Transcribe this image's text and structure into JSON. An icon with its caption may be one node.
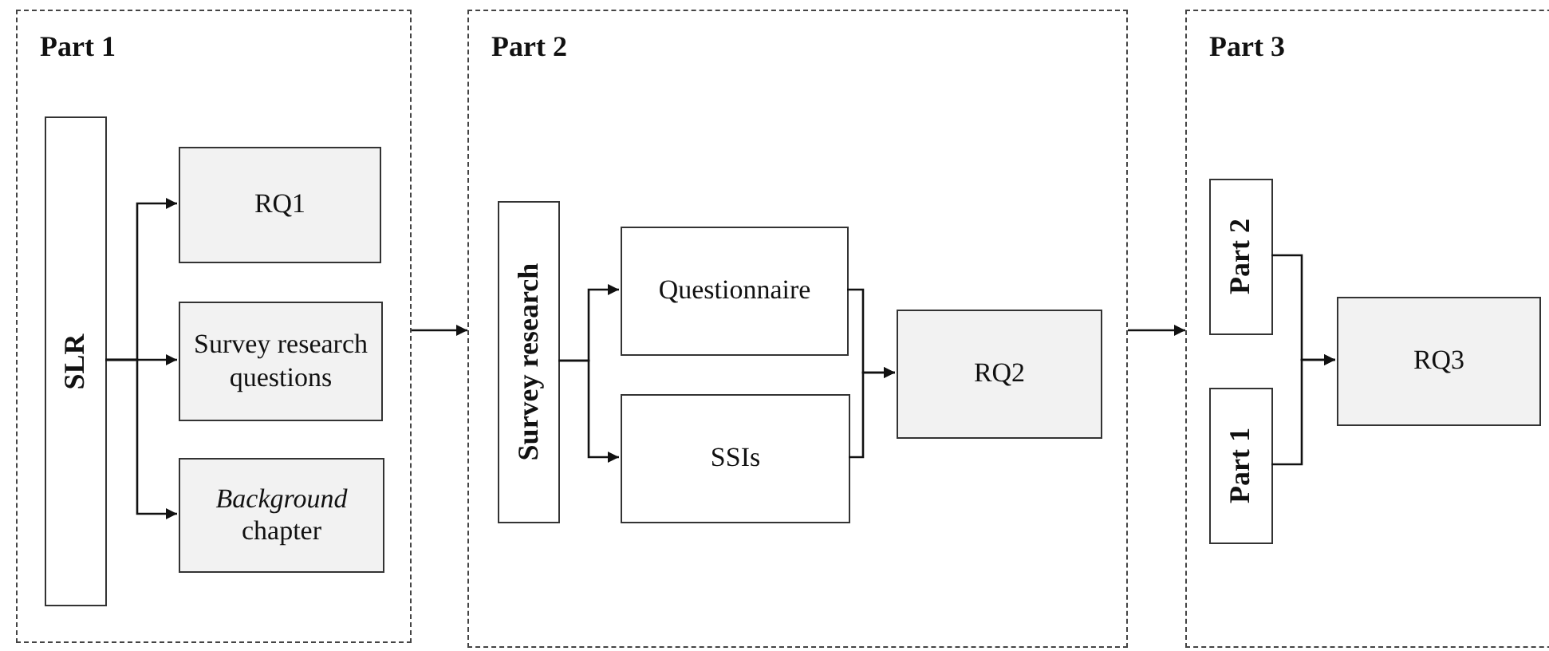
{
  "diagram": {
    "nodes": [
      {
        "text": [
          "Part 1"
        ]
      },
      {
        "text": [
          "SLR"
        ],
        "in": 0
      },
      {
        "text": [
          "RQ1"
        ],
        "in": 0
      },
      {
        "text": [
          "Survey research questions"
        ],
        "in": 0
      },
      {
        "text": [
          "*Background* chapter"
        ],
        "in": 0
      },
      {
        "text": [
          "Part 2"
        ]
      },
      {
        "text": [
          "Survey research"
        ],
        "in": 5
      },
      {
        "text": [
          "Questionnaire"
        ],
        "in": 5
      },
      {
        "text": [
          "SSIs"
        ],
        "in": 5
      },
      {
        "text": [
          "RQ2"
        ],
        "in": 5
      },
      {
        "text": [
          "Part 3"
        ]
      },
      {
        "text": [
          "Part 2"
        ],
        "in": 10
      },
      {
        "text": [
          "Part 1"
        ],
        "in": 10
      },
      {
        "text": [
          "RQ3"
        ],
        "in": 10
      }
    ],
    "edges": [
      {
        "from": 1,
        "to": 2,
        "arrow": "to"
      },
      {
        "from": 1,
        "to": 3,
        "arrow": "to"
      },
      {
        "from": 1,
        "to": 4,
        "arrow": "to"
      },
      {
        "from": 0,
        "to": 5,
        "arrow": "to"
      },
      {
        "from": 6,
        "to": 7,
        "arrow": "to"
      },
      {
        "from": 6,
        "to": 8,
        "arrow": "to"
      },
      {
        "from": 7,
        "to": 9,
        "arrow": "to"
      },
      {
        "from": 8,
        "to": 9,
        "arrow": "to"
      },
      {
        "from": 5,
        "to": 10,
        "arrow": "to"
      },
      {
        "from": 11,
        "to": 13,
        "arrow": "to"
      },
      {
        "from": 12,
        "to": 13,
        "arrow": "to"
      }
    ]
  }
}
